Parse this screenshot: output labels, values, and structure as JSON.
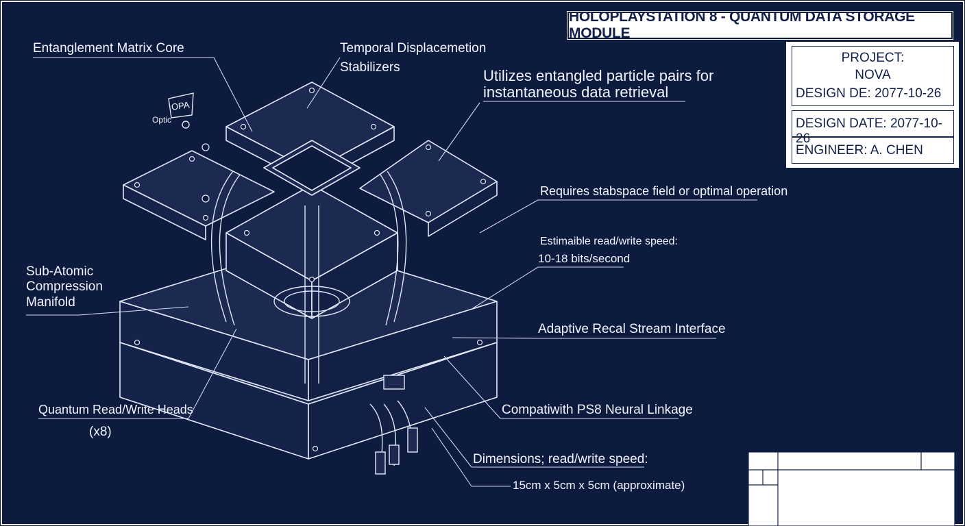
{
  "title_block": {
    "title": "HOLOPLAYSTATION 8 - QUANTUM DATA STORAGE MODULE",
    "project_label": "PROJECT:",
    "project_value": "NOVA",
    "design_line_a": "DESIGN DE: 2077-10-26",
    "design_date": "DESIGN DATE: 2077-10-26",
    "engineer": "ENGINEER: A. CHEN"
  },
  "labels": {
    "entanglement_core": "Entanglement Matrix Core",
    "temporal_line1": "Temporal Displacemetion",
    "temporal_line2": "Stabilizers",
    "utilizes_line1": "Utilizes entangled particle pairs for",
    "utilizes_line2": "instantaneous data retrieval",
    "requires": "Requires stabspace field or optimal operation",
    "speed_line1": "Estimaible read/write speed:",
    "speed_line2": "10-18 bits/second",
    "compression": "Sub-Atomic\nCompression\nManifold",
    "adaptive": "Adaptive Recal Stream Interface",
    "heads_line1": "Quantum Read/Write Heads",
    "heads_line2": "(x8)",
    "compat": "Compatiwith PS8 Neural Linkage",
    "dims_line1": "Dimensions; read/write speed:",
    "dims_line2": "15cm x 5cm x 5cm (approximate)",
    "opa": "OPA",
    "optic": "Optic"
  },
  "colors": {
    "background": "#0d1b3e",
    "linework": "#dfe6f7",
    "panel": "#ffffff",
    "panel_text": "#13204a"
  }
}
